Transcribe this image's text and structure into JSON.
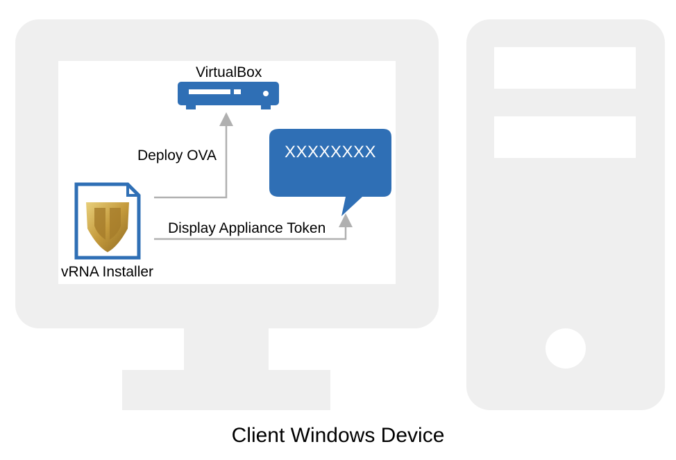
{
  "diagram": {
    "hypervisor_label": "VirtualBox",
    "installer_label": "vRNA Installer",
    "deploy_edge_label": "Deploy OVA",
    "token_edge_label": "Display Appliance Token",
    "token_value": "XXXXXXXX",
    "caption": "Client Windows Device"
  },
  "colors": {
    "device_gray": "#efefef",
    "accent_blue": "#2f6fb5",
    "arrow_gray": "#b0b0b0",
    "shield_gold": "#c49a3c"
  }
}
